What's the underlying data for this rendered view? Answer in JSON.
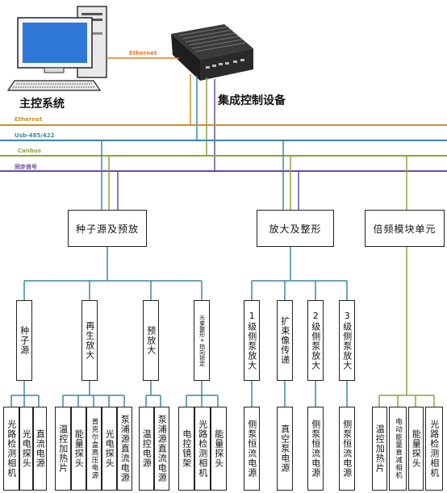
{
  "labels": {
    "main_system": "主控系统",
    "integrated_device": "集成控制设备",
    "ethernet_link": "Ethernet"
  },
  "buses": [
    {
      "name": "Ethernet",
      "color": "#c8902a"
    },
    {
      "name": "Usb-485/422",
      "color": "#3a87a5"
    },
    {
      "name": "Canbus",
      "color": "#8ca43a"
    },
    {
      "name": "同步信号",
      "color": "#6c4a9c"
    }
  ],
  "modules": {
    "seed": "种子源及预放",
    "amp": "放大及整形",
    "freq": "倍频模块单元"
  },
  "sub_units": {
    "seed": [
      "种子源",
      "再生放大",
      "预放大",
      "光束整形+指向锁定"
    ],
    "amp": [
      "1级侧泵放大",
      "扩束像传递",
      "2级侧泵放大",
      "3级侧泵放大"
    ]
  },
  "leaves": {
    "seed_source": [
      "光路检测相机",
      "光电探头",
      "直流电源"
    ],
    "regen": [
      "温控加热片",
      "能量探头",
      "普克尔盒高压电源",
      "光电探头",
      "泵浦源直流电源"
    ],
    "preamp": [
      "温控电源",
      "泵浦源直流电源"
    ],
    "beam": [
      "电控镜架",
      "光路检测相机",
      "能量探头"
    ],
    "stage1": [
      "侧泵恒流电源"
    ],
    "expander": [
      "真空泵电源"
    ],
    "stage2": [
      "侧泵恒流电源"
    ],
    "stage3": [
      "侧泵恒流电源"
    ],
    "freq": [
      "温控加热片",
      "电动能量衰减相机",
      "能量探头",
      "光路检测相机"
    ]
  }
}
